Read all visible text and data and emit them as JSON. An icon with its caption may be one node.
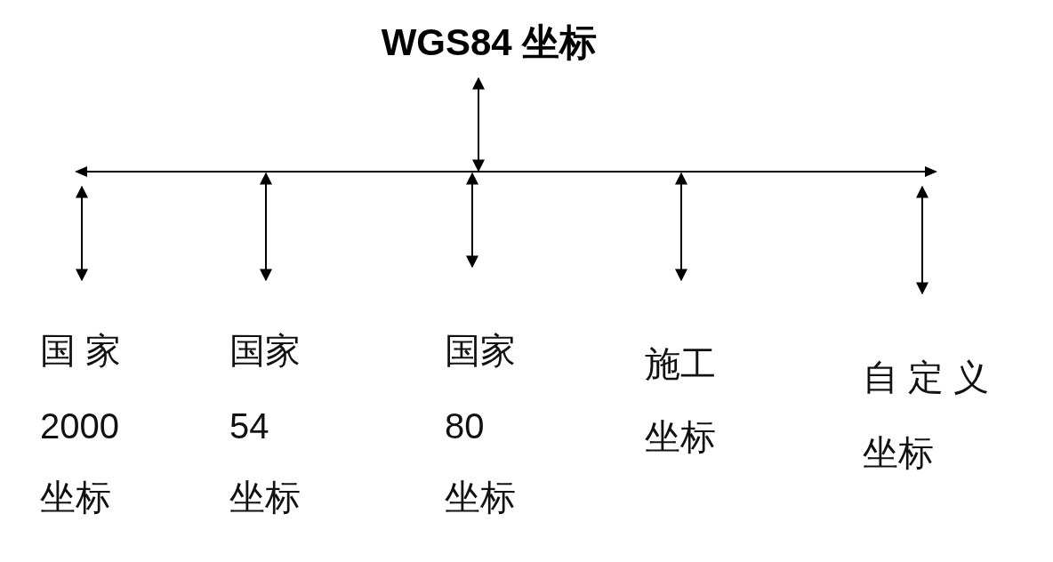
{
  "diagram": {
    "nodes": [
      {
        "text": [
          "WGS84 坐标"
        ]
      },
      {
        "text": [],
        "shape": "bar"
      },
      {
        "text": [
          "国 家",
          "2000",
          "坐标"
        ]
      },
      {
        "text": [
          "国家",
          "54",
          "坐标"
        ]
      },
      {
        "text": [
          "国家",
          "80",
          "坐标"
        ]
      },
      {
        "text": [
          "施工",
          "坐标"
        ]
      },
      {
        "text": [
          "自 定 义",
          "坐标"
        ]
      }
    ],
    "edges": [
      {
        "from": 0,
        "to": 1,
        "arrow": "both"
      },
      {
        "from": 1,
        "to": 2,
        "arrow": "both"
      },
      {
        "from": 1,
        "to": 3,
        "arrow": "both"
      },
      {
        "from": 1,
        "to": 4,
        "arrow": "both"
      },
      {
        "from": 1,
        "to": 5,
        "arrow": "both"
      },
      {
        "from": 1,
        "to": 6,
        "arrow": "both"
      }
    ]
  }
}
